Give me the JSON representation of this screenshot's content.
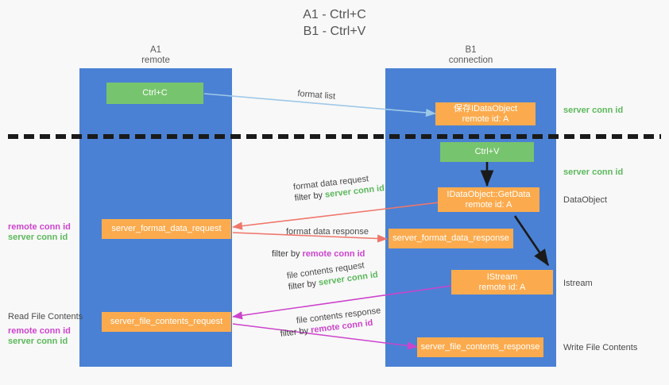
{
  "title": {
    "line1": "A1 - Ctrl+C",
    "line2": "B1 - Ctrl+V"
  },
  "lanes": [
    {
      "id": "a1",
      "name": "A1",
      "sub": "remote"
    },
    {
      "id": "b1",
      "name": "B1",
      "sub": "connection"
    }
  ],
  "boxes": {
    "ctrl_c": "Ctrl+C",
    "ctrl_v": "Ctrl+V",
    "save_idataobject_l1": "保存IDataObject",
    "save_idataobject_l2": "remote id: A",
    "getdata_l1": "IDataObject::GetData",
    "getdata_l2": "remote id: A",
    "istream_l1": "IStream",
    "istream_l2": "remote id: A",
    "server_format_data_request": "server_format_data_request",
    "server_format_data_response": "server_format_data_response",
    "server_file_contents_request": "server_file_contents_request",
    "server_file_contents_response": "server_file_contents_response"
  },
  "annotations": {
    "format_list": "format list",
    "server_conn_id_top": "server conn id",
    "server_conn_id_second": "server conn id",
    "dataobject": "DataObject",
    "istream": "Istream",
    "write_file_contents": "Write File Contents",
    "read_file_contents": "Read File Contents",
    "remote_conn_id": "remote conn id",
    "server_conn_id": "server conn id",
    "format_data_request": "format data request",
    "format_data_response": "format data response",
    "file_contents_request": "file contents request",
    "file_contents_response": "file contents response",
    "filter_by": "filter by"
  },
  "colors": {
    "lane": "#4a81d4",
    "green_box": "#77c46e",
    "orange_box": "#fbab4e",
    "server_conn_id": "#5cb85c",
    "remote_conn_id": "#cc44cc",
    "arrow_light_blue": "#9ec8e8",
    "arrow_red": "#f0766a",
    "arrow_magenta": "#cc44cc",
    "arrow_black": "#1a1a1a",
    "dash_line": "#1a1a1a",
    "background": "#f8f8f8"
  }
}
